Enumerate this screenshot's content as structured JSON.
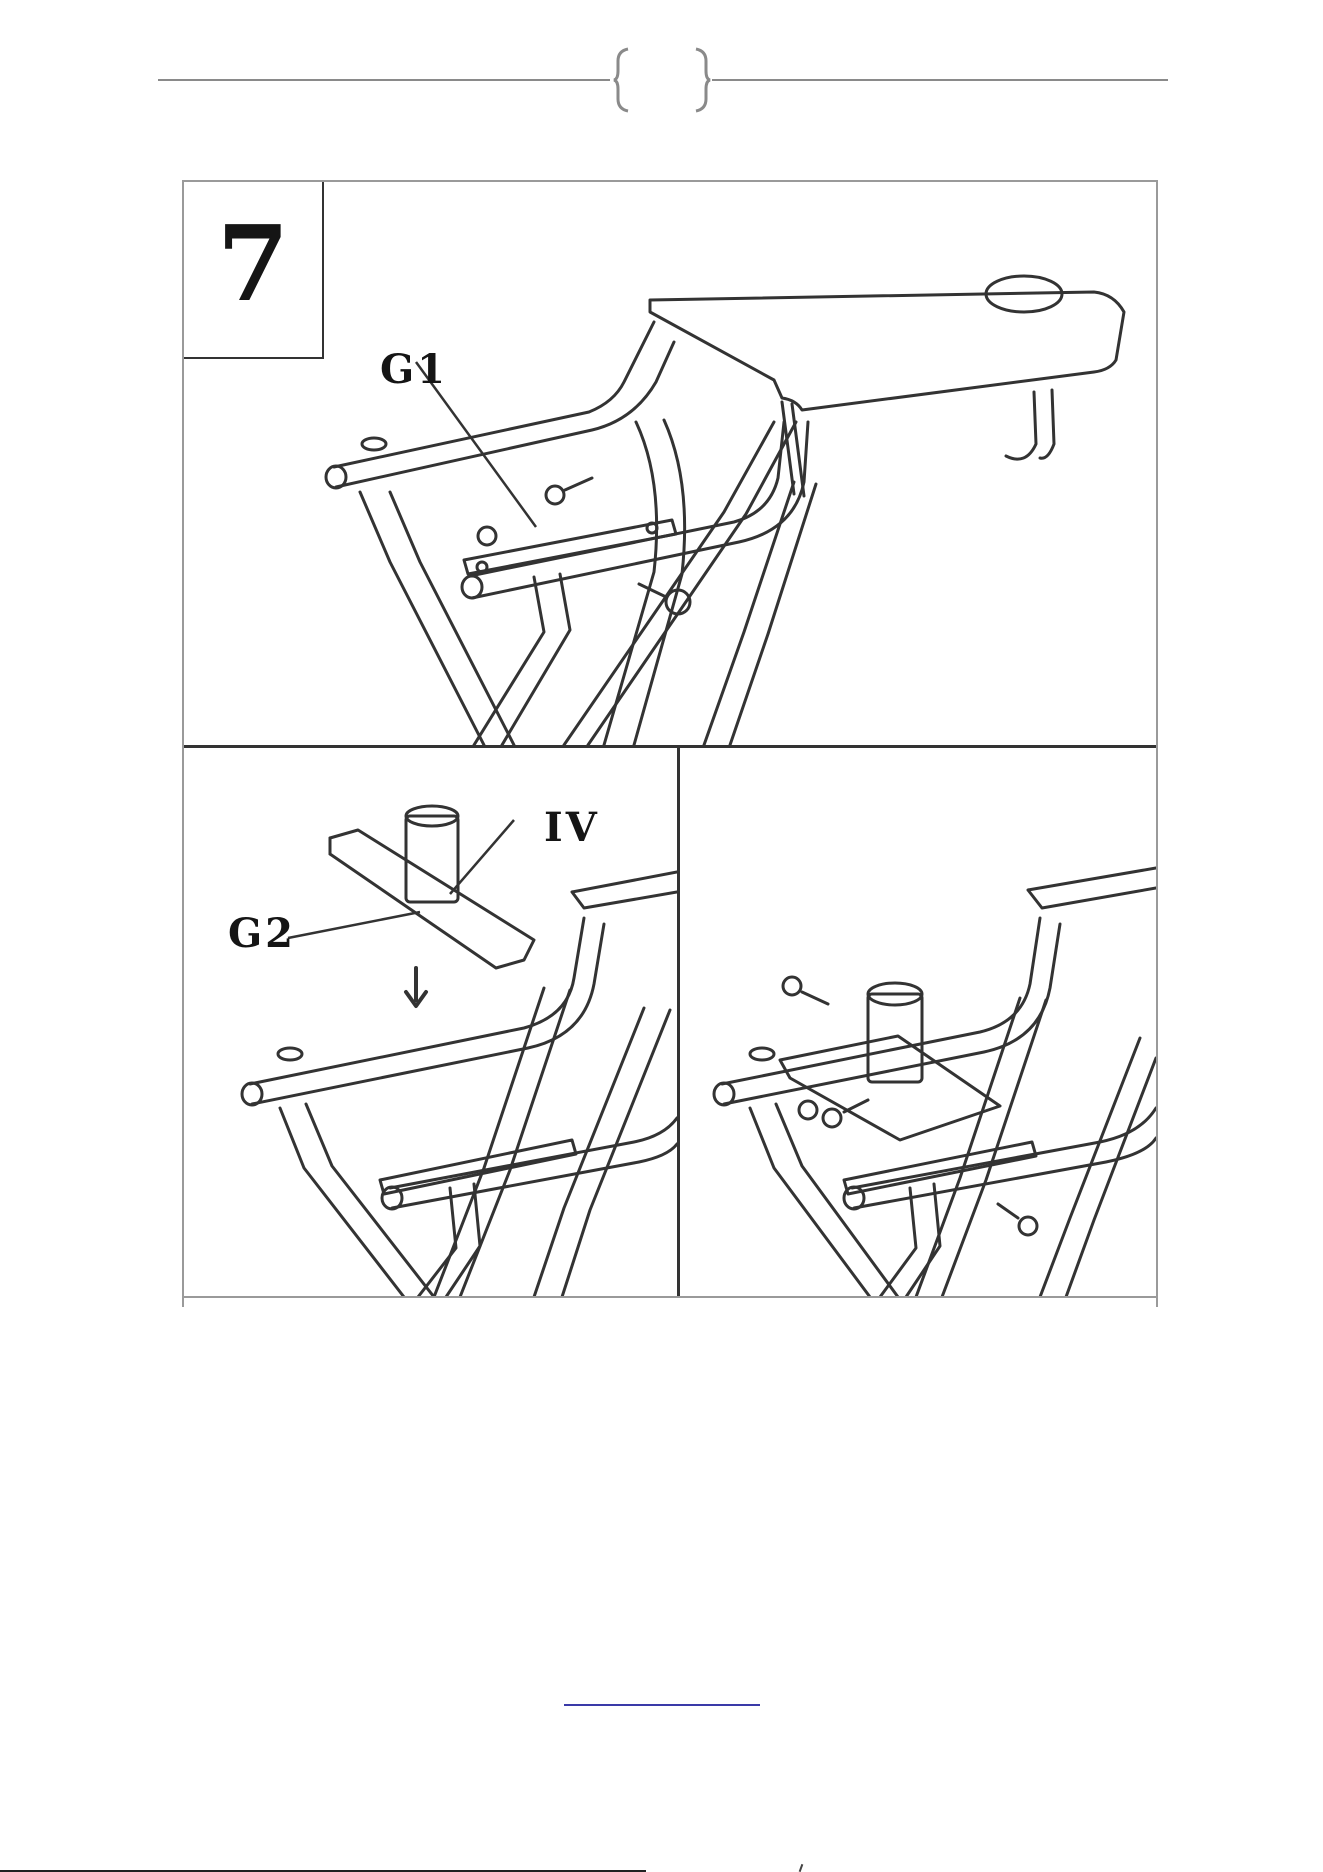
{
  "header": {
    "page_number": ""
  },
  "step": {
    "number": "7"
  },
  "labels": {
    "g1": "G1",
    "g2": "G2",
    "iv": "IV"
  },
  "colors": {
    "line": "#333333",
    "frame": "#9a9a9a",
    "link": "#3a3aa8"
  }
}
